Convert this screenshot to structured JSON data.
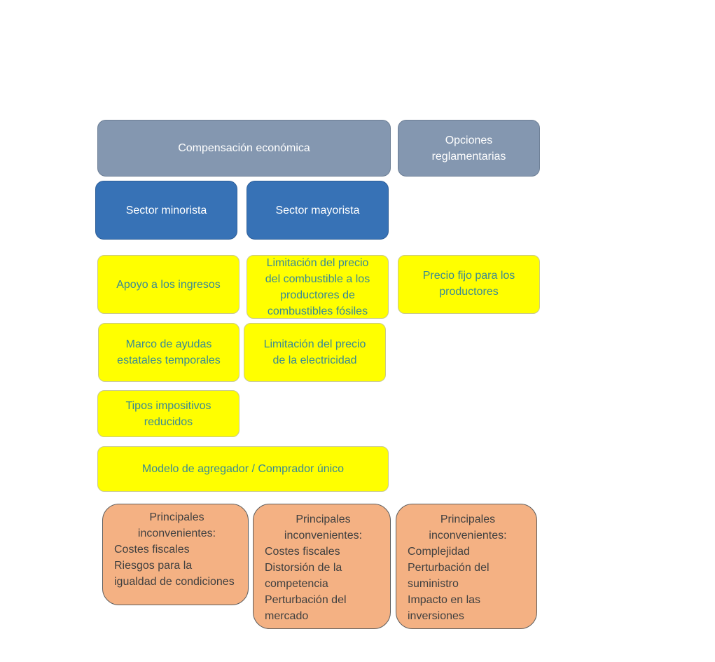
{
  "header": {
    "economic": "Compensación económica",
    "regulatory": "Opciones\nreglamentarias"
  },
  "sectors": {
    "retail": "Sector minorista",
    "wholesale": "Sector mayorista"
  },
  "measures": {
    "income_support": "Apoyo a los ingresos",
    "fuel_cap": "Limitación del precio\ndel combustible a los\nproductores de\ncombustibles fósiles",
    "fixed_price": "Precio fijo para los\nproductores",
    "state_aid": "Marco de ayudas\nestatales temporales",
    "electricity_cap": "Limitación del precio\nde la electricidad",
    "tax_rates": "Tipos impositivos\nreducidos",
    "aggregator": "Modelo de agregador / Comprador único"
  },
  "drawbacks": [
    {
      "title": "Principales\ninconvenientes:",
      "items": [
        "Costes fiscales",
        "Riesgos para la",
        "igualdad de condiciones"
      ]
    },
    {
      "title": "Principales\ninconvenientes:",
      "items": [
        "Costes fiscales",
        "Distorsión de la",
        "competencia",
        "Perturbación del",
        "mercado"
      ]
    },
    {
      "title": "Principales\ninconvenientes:",
      "items": [
        "Complejidad",
        "Perturbación del",
        "suministro",
        "Impacto en las",
        "inversiones"
      ]
    }
  ]
}
